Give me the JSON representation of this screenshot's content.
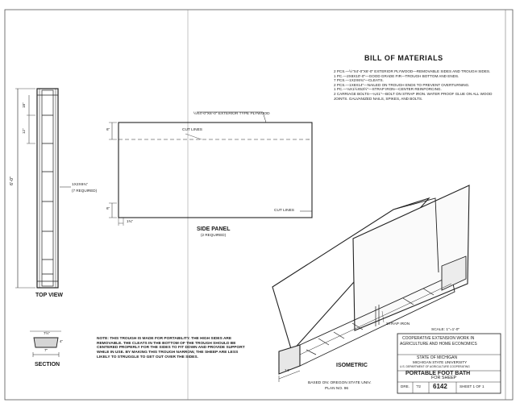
{
  "bill_of_materials": {
    "title": "BILL OF MATERIALS",
    "items": [
      "2 PCS.—½\"x4'-0\"x6'-0\" EXTERIOR PLYWOOD—REMOVABLE SIDES AND TROUGH SIDES.",
      "1 PC.—2x8x10'-0\"—GOOD GRADE FIR—TROUGH BOTTOM AND ENDS.",
      "7 PCS.—1x2x6¾\"—CLEATS.",
      "2 PCS.—1x8x14\"—NAILED ON TROUGH ENDS TO PREVENT OVERTURNING.",
      "1 PC.—⅛x1½x53½\"—STRAP IRON—CENTER REINFORCING.",
      "2 CARRIAGE BOLTS—¼x1\"—BOLT ON STRAP IRON. WATER PROOF GLUE ON ALL WOOD JOINTS. GALVANIZED NAILS, SPIKES, AND BOLTS."
    ]
  },
  "top_view": {
    "title": "TOP VIEW",
    "dim_total": "6'-0\"",
    "dim_a": "18\"",
    "dim_b": "12\"",
    "cleat_label_1": "1x2x6¾\"",
    "cleat_label_2": "(7 REQUIRED)"
  },
  "side_panel": {
    "title": "SIDE PANEL",
    "subtitle": "(2 REQUIRED)",
    "plywood_label": "½x4'-0\"x6'-0\" EXTERIOR TYPE PLYWOOD",
    "cut_lines_top": "CUT LINES",
    "cut_lines_bottom": "CUT LINES",
    "dim_top": "6\"",
    "dim_bottom": "6\"",
    "dim_offset": "1¾\""
  },
  "section": {
    "title": "SECTION",
    "dim_top": "7½\"",
    "dim_bottom": "7\"",
    "dim_side": "4\""
  },
  "isometric": {
    "title": "ISOMETRIC",
    "strap_label": "STRAP IRON",
    "dim_width": "14\""
  },
  "note": "NOTE: THIS TROUGH IS MADE FOR PORTABILITY. THE HIGH SIDES ARE REMOVABLE. THE CLEATS IN THE BOTTOM OF THE TROUGH SHOULD BE CENTERED PROPERLY FOR THE SIDES TO FIT DOWN AND PROVIDE SUPPORT WHILE IN USE. BY MAKING THIS TROUGH NARROW, THE SHEEP ARE LESS LIKELY TO STRUGGLE TO GET OUT OVER THE SIDES.",
  "scale": "SCALE: 1\"=1'-0\"",
  "based_on_1": "BASED ON: OREGON STATE UNIV.",
  "based_on_2": "PLAN NO. 96",
  "title_block": {
    "line1": "COOPERATIVE EXTENSION WORK IN",
    "line2": "AGRICULTURE AND HOME ECONOMICS",
    "state1": "STATE OF MICHIGAN",
    "state2": "MICHIGAN STATE UNIVERSITY",
    "state3": "U.S. DEPARTMENT OF AGRICULTURE COOPERATING",
    "plan_title": "PORTABLE FOOT BATH",
    "plan_subtitle": "FOR SHEEP",
    "drawn_label": "DRE.",
    "year": "'72",
    "plan_number": "6142",
    "sheet": "SHEET 1 OF 1"
  }
}
